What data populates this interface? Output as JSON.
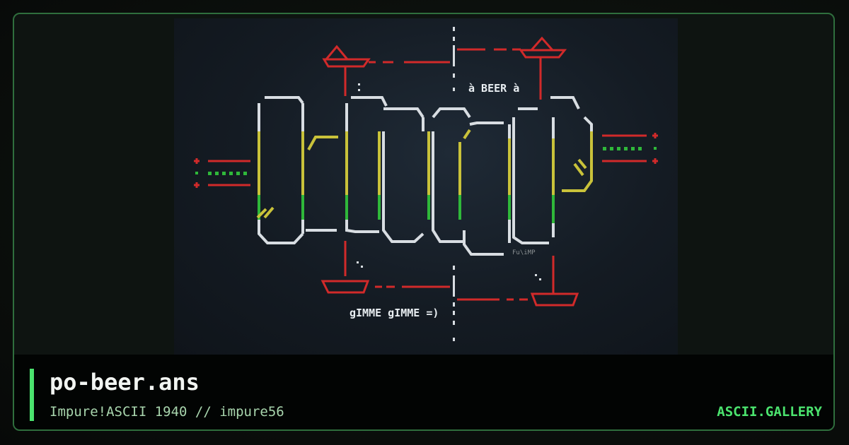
{
  "card": {
    "filename": "po-beer.ans",
    "credit": "Impure!ASCII 1940 // impure56",
    "brand": "ASCII.GALLERY"
  },
  "artwork": {
    "top_caption": "à BEER à",
    "bottom_caption": "gIMME gIMME =)",
    "signature": "Fu\\iMP"
  },
  "colors": {
    "accent_green": "#4be36e",
    "frame_green": "#2f6e3d",
    "ansi_red": "#d12a2a",
    "ansi_yellow": "#c9c23a",
    "ansi_green": "#2fb83a",
    "ansi_white": "#d8dde2"
  }
}
